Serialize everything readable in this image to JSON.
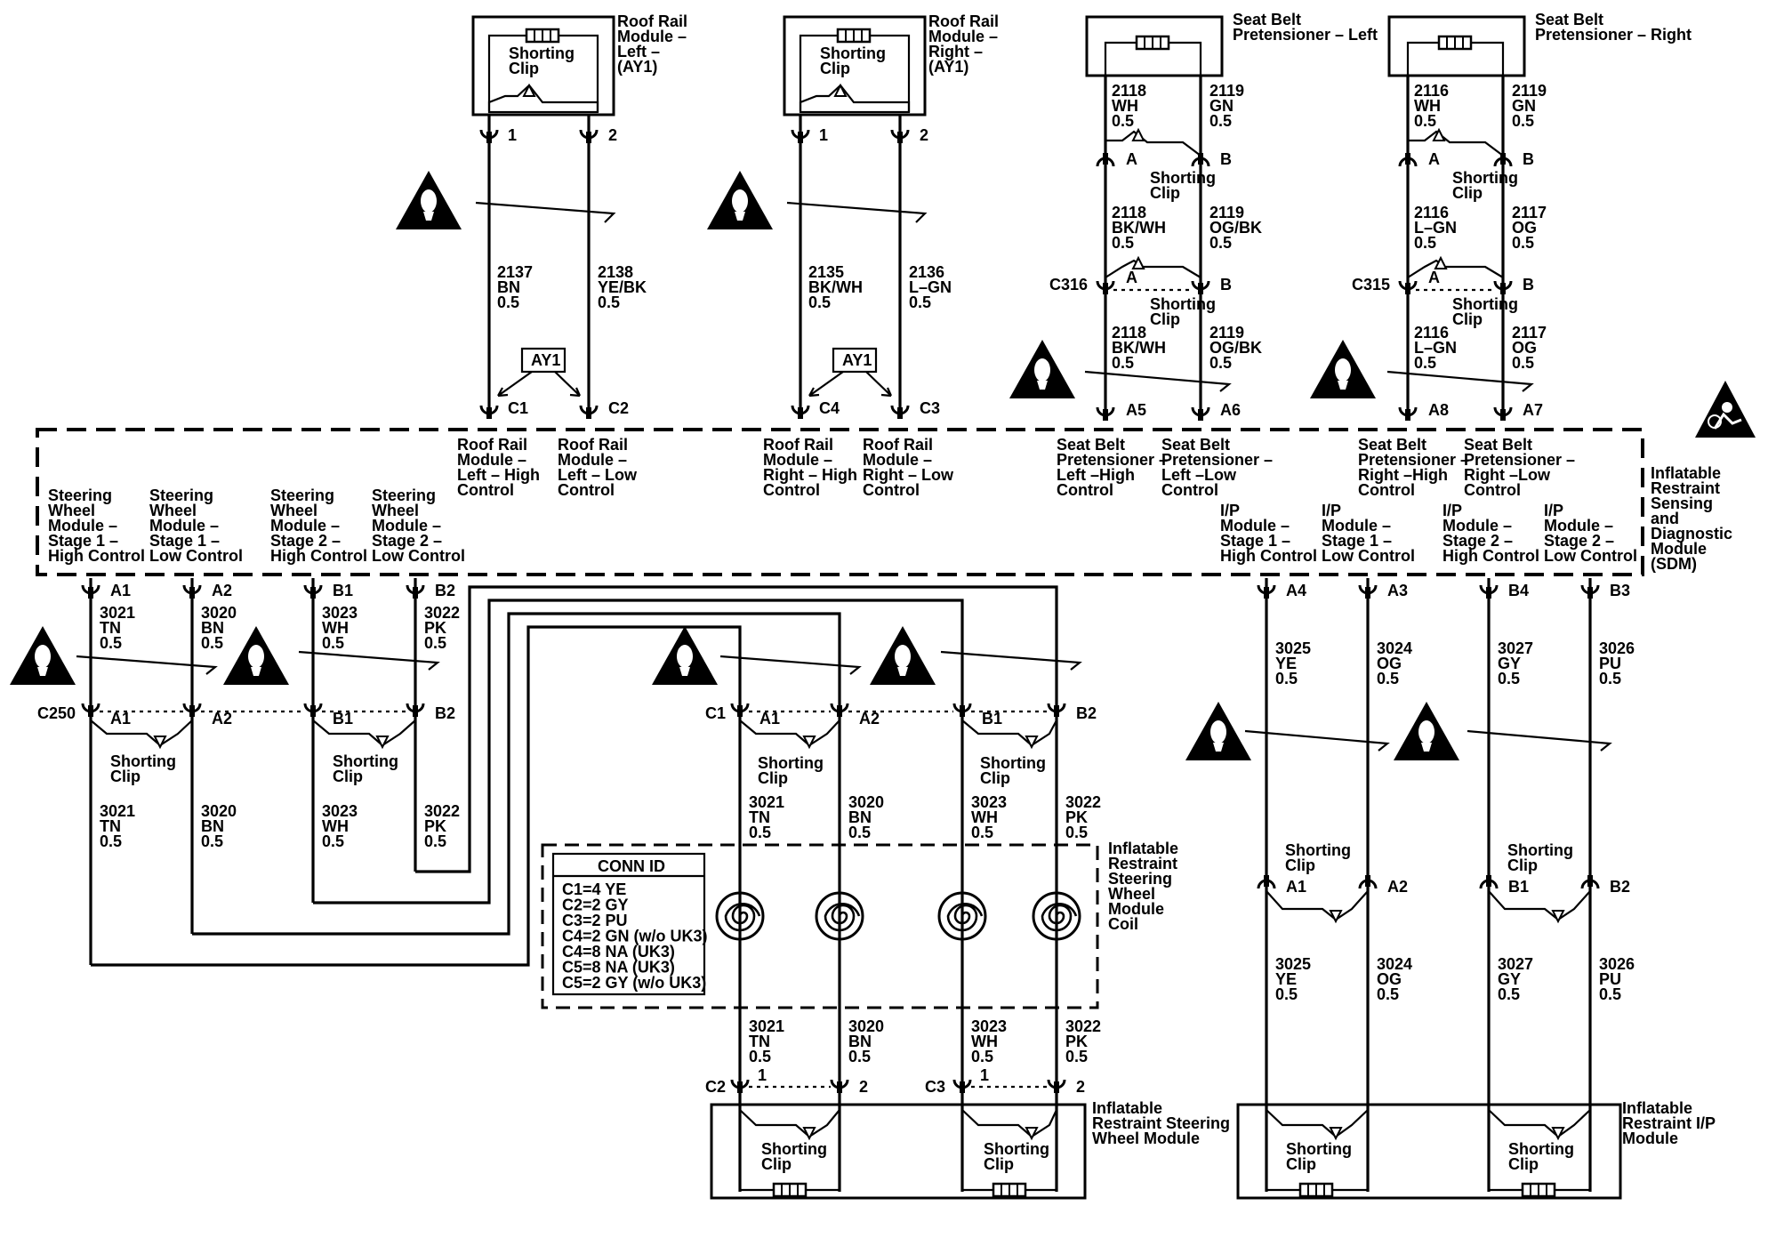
{
  "components": {
    "roof_rail_left": [
      "Roof Rail",
      "Module –",
      "Left –",
      "(AY1)"
    ],
    "roof_rail_right": [
      "Roof Rail",
      "Module –",
      "Right –",
      "(AY1)"
    ],
    "seatbelt_left": [
      "Seat Belt",
      "Pretensioner – Left"
    ],
    "seatbelt_right": [
      "Seat Belt",
      "Pretensioner – Right"
    ],
    "sdm": [
      "Inflatable",
      "Restraint",
      "Sensing",
      "and",
      "Diagnostic",
      "Module",
      "(SDM)"
    ],
    "coil": [
      "Inflatable",
      "Restraint",
      "Steering",
      "Wheel",
      "Module",
      "Coil"
    ],
    "sw_module": [
      "Inflatable",
      "Restraint Steering",
      "Wheel Module"
    ],
    "ip_module": [
      "Inflatable",
      "Restraint I/P",
      "Module"
    ],
    "shorting_clip": [
      "Shorting",
      "Clip"
    ],
    "option_tag": "AY1"
  },
  "sdm_pins_top": [
    [
      "Roof Rail",
      "Module –",
      "Left – High",
      "Control"
    ],
    [
      "Roof Rail",
      "Module –",
      "Left – Low",
      "Control"
    ],
    [
      "Roof Rail",
      "Module –",
      "Right – High",
      "Control"
    ],
    [
      "Roof Rail",
      "Module –",
      "Right – Low",
      "Control"
    ],
    [
      "Seat Belt",
      "Pretensioner –",
      "Left –High",
      "Control"
    ],
    [
      "Seat Belt",
      "Pretensioner –",
      "Left –Low",
      "Control"
    ],
    [
      "Seat Belt",
      "Pretensioner –",
      "Right –High",
      "Control"
    ],
    [
      "Seat Belt",
      "Pretensioner –",
      "Right –Low",
      "Control"
    ]
  ],
  "sdm_pins_bottom": [
    [
      "Steering",
      "Wheel",
      "Module –",
      "Stage 1 –",
      "High Control"
    ],
    [
      "Steering",
      "Wheel",
      "Module –",
      "Stage 1 –",
      "Low Control"
    ],
    [
      "Steering",
      "Wheel",
      "Module –",
      "Stage 2 –",
      "High Control"
    ],
    [
      "Steering",
      "Wheel",
      "Module –",
      "Stage 2 –",
      "Low Control"
    ],
    [
      "I/P",
      "Module –",
      "Stage 1 –",
      "High Control"
    ],
    [
      "I/P",
      "Module –",
      "Stage 1 –",
      "Low Control"
    ],
    [
      "I/P",
      "Module –",
      "Stage 2 –",
      "High Control"
    ],
    [
      "I/P",
      "Module –",
      "Stage 2 –",
      "Low Control"
    ]
  ],
  "conn_id": {
    "title": "CONN ID",
    "rows": [
      "C1=4 YE",
      "C2=2 GY",
      "C3=2 PU",
      "C4=2 GN (w/o UK3)",
      "C4=8 NA (UK3)",
      "C5=8 NA (UK3)",
      "C5=2 GY (w/o UK3)"
    ]
  },
  "connectors": {
    "C1": "C1",
    "C2": "C2",
    "C3": "C3",
    "C4": "C4",
    "C316": "C316",
    "C315": "C315",
    "C250": "C250",
    "A1": "A1",
    "A2": "A2",
    "A3": "A3",
    "A4": "A4",
    "A5": "A5",
    "A6": "A6",
    "A7": "A7",
    "A8": "A8",
    "B1": "B1",
    "B2": "B2",
    "B3": "B3",
    "B4": "B4",
    "A": "A",
    "B": "B",
    "1": "1",
    "2": "2"
  },
  "wires": {
    "roof_left_hi": [
      "2137",
      "BN",
      "0.5"
    ],
    "roof_left_lo": [
      "2138",
      "YE/BK",
      "0.5"
    ],
    "roof_right_hi": [
      "2135",
      "BK/WH",
      "0.5"
    ],
    "roof_right_lo": [
      "2136",
      "L–GN",
      "0.5"
    ],
    "sbl_a_top": [
      "2118",
      "WH",
      "0.5"
    ],
    "sbl_b_top": [
      "2119",
      "GN",
      "0.5"
    ],
    "sbl_a_mid": [
      "2118",
      "BK/WH",
      "0.5"
    ],
    "sbl_b_mid": [
      "2119",
      "OG/BK",
      "0.5"
    ],
    "sbr_a_top": [
      "2116",
      "WH",
      "0.5"
    ],
    "sbr_b_top": [
      "2119",
      "GN",
      "0.5"
    ],
    "sbr_a_mid": [
      "2116",
      "L–GN",
      "0.5"
    ],
    "sbr_b_mid": [
      "2117",
      "OG",
      "0.5"
    ],
    "w3021": [
      "3021",
      "TN",
      "0.5"
    ],
    "w3020": [
      "3020",
      "BN",
      "0.5"
    ],
    "w3023": [
      "3023",
      "WH",
      "0.5"
    ],
    "w3022": [
      "3022",
      "PK",
      "0.5"
    ],
    "w3025": [
      "3025",
      "YE",
      "0.5"
    ],
    "w3024": [
      "3024",
      "OG",
      "0.5"
    ],
    "w3027": [
      "3027",
      "GY",
      "0.5"
    ],
    "w3026": [
      "3026",
      "PU",
      "0.5"
    ]
  },
  "icons": {
    "warning": "warning-triangle-icon",
    "airbag": "airbag-symbol-icon"
  }
}
